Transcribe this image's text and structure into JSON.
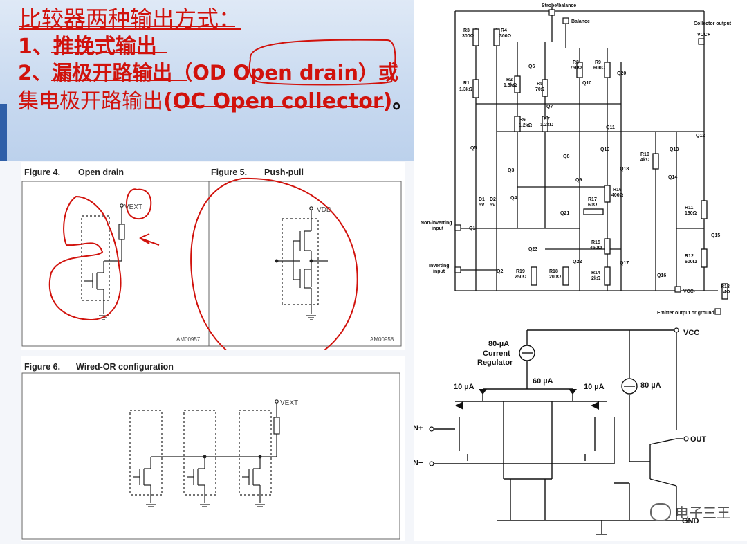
{
  "slide": {
    "title": "比较器两种输出方式：",
    "line1": "1、推挽式输出",
    "line2_prefix": "2、",
    "line2_text": "漏极开路输出（OD Open drain）或",
    "line3_prefix": "集电极开路输出",
    "line3_text": "(OC Open collector)",
    "line3_suffix": "。"
  },
  "figures": {
    "fig4": {
      "title": "Figure 4.",
      "name": "Open drain",
      "code": "AM00957",
      "supply": "VEXT"
    },
    "fig5": {
      "title": "Figure 5.",
      "name": "Push-pull",
      "code": "AM00958",
      "supply": "VDD"
    },
    "fig6": {
      "title": "Figure 6.",
      "name": "Wired-OR configuration",
      "supply": "VEXT"
    }
  },
  "schematic_top": {
    "strobe": "Strobe/balance",
    "balance": "Balance",
    "collector_output": "Collector output",
    "vcc_plus": "VCC+",
    "vcc_minus": "VCC-",
    "non_inverting": "Non-inverting",
    "non_inverting_2": "input",
    "inverting": "Inverting",
    "inverting_2": "input",
    "emitter_output": "Emitter output or ground",
    "parts": {
      "R3": "R3",
      "R3v": "300Ω",
      "R4": "R4",
      "R4v": "300Ω",
      "R1": "R1",
      "R1v": "1.3kΩ",
      "R2": "R2",
      "R2v": "1.3kΩ",
      "R5": "R5",
      "R5v": "70Ω",
      "R6": "R6",
      "R6v": "1.2kΩ",
      "R7": "R7",
      "R7v": "1.2kΩ",
      "R8": "R8",
      "R8v": "750Ω",
      "R9": "R9",
      "R9v": "600Ω",
      "R10": "R10",
      "R10v": "4kΩ",
      "R11": "R11",
      "R11v": "130Ω",
      "R12": "R12",
      "R12v": "600Ω",
      "R13": "R13",
      "R13v": "4Ω",
      "R14": "R14",
      "R14v": "2kΩ",
      "R15": "R15",
      "R15v": "450Ω",
      "R16": "R16",
      "R16v": "400Ω",
      "R17": "R17",
      "R17v": "60Ω",
      "R18": "R18",
      "R18v": "200Ω",
      "R19": "R19",
      "R19v": "250Ω",
      "D1": "D1",
      "D1v": "5V",
      "D2": "D2",
      "D2v": "5V",
      "Q1": "Q1",
      "Q2": "Q2",
      "Q3": "Q3",
      "Q4": "Q4",
      "Q5": "Q5",
      "Q6": "Q6",
      "Q7": "Q7",
      "Q8": "Q8",
      "Q9": "Q9",
      "Q10": "Q10",
      "Q11": "Q11",
      "Q12": "Q12",
      "Q13": "Q13",
      "Q14": "Q14",
      "Q15": "Q15",
      "Q16": "Q16",
      "Q17": "Q17",
      "Q18": "Q18",
      "Q19": "Q19",
      "Q20": "Q20",
      "Q21": "Q21",
      "Q22": "Q22",
      "Q23": "Q23"
    }
  },
  "schematic_bottom": {
    "vcc": "VCC",
    "current_reg_1": "80-µA",
    "current_reg_2": "Current",
    "current_reg_3": "Regulator",
    "i60": "60 µA",
    "i10a": "10 µA",
    "i10b": "10 µA",
    "i80": "80 µA",
    "in_plus": "IN+",
    "in_minus": "IN−",
    "out": "OUT",
    "gnd": "GND"
  },
  "watermark": "电子三王"
}
